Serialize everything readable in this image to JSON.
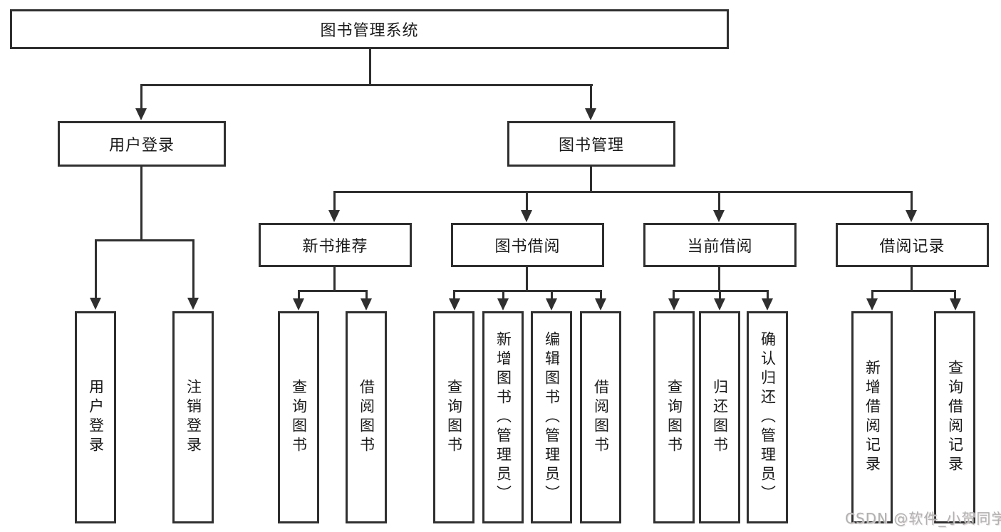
{
  "diagram": {
    "nodes": {
      "root": "图书管理系统",
      "user_login": "用户登录",
      "book_management": "图书管理",
      "new_book_recommend": "新书推荐",
      "book_borrow": "图书借阅",
      "current_borrow": "当前借阅",
      "borrow_record": "借阅记录"
    },
    "leaves": {
      "user_login": [
        "用户登录",
        "注销登录"
      ],
      "new_book_recommend": [
        "查询图书",
        "借阅图书"
      ],
      "book_borrow": [
        "查询图书",
        "新增图书（管理员）",
        "编辑图书（管理员）",
        "借阅图书"
      ],
      "current_borrow": [
        "查询图书",
        "归还图书",
        "确认归还（管理员）"
      ],
      "borrow_record": [
        "新增借阅记录",
        "查询借阅记录"
      ]
    },
    "colors": {
      "line": "#2f2f2f",
      "text": "#1a1a1a",
      "background": "#ffffff",
      "watermark": "#b1b1b1"
    }
  },
  "watermark": {
    "text": "CSDN @软件_小贺同学"
  }
}
